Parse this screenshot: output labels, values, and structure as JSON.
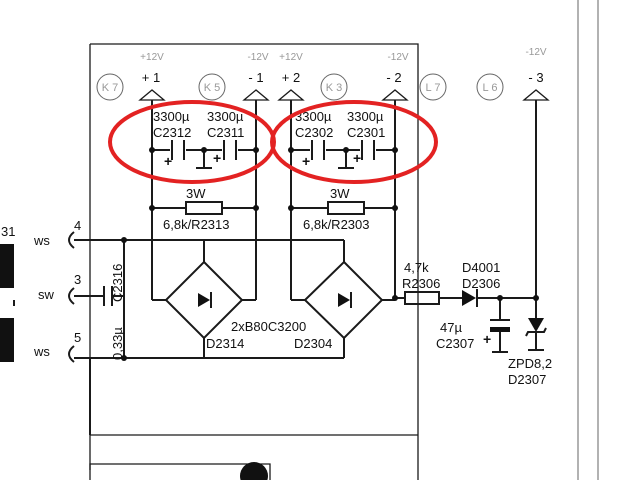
{
  "rail_labels": [
    {
      "id": "p1",
      "top": "+12V",
      "sign": "+ 1"
    },
    {
      "id": "m1",
      "top": "-12V",
      "sign": "- 1"
    },
    {
      "id": "p2",
      "top": "+12V",
      "sign": "+ 2"
    },
    {
      "id": "m2",
      "top": "-12V",
      "sign": "- 2"
    },
    {
      "id": "m3",
      "top": "-12V",
      "sign": "- 3"
    }
  ],
  "connectors": [
    "K 7",
    "K 5",
    "K 3",
    "L 7",
    "L 6"
  ],
  "caps_left": {
    "c1_value": "3300µ",
    "c1_name": "C2312",
    "c2_value": "3300µ",
    "c2_name": "C2311"
  },
  "caps_right": {
    "c1_value": "3300µ",
    "c1_name": "C2302",
    "c2_value": "3300µ",
    "c2_name": "C2301"
  },
  "resistors": {
    "left_power": "3W",
    "left_label": "6,8k/R2313",
    "right_power": "3W",
    "right_label": "6,8k/R2303",
    "series_value": "4,7k",
    "series_name": "R2306"
  },
  "bridges": {
    "shared_label": "2xB80C3200",
    "left_name": "D2314",
    "right_name": "D2304"
  },
  "diode": {
    "top": "D4001",
    "name": "D2306"
  },
  "cap_c2307": {
    "value": "47µ",
    "name": "C2307"
  },
  "zener": {
    "type": "ZPD8,2",
    "name": "D2307"
  },
  "cap_c2316": {
    "name": "C2316",
    "value": "0,33µ"
  },
  "transformer": {
    "label": "31"
  },
  "terminals": [
    {
      "num": "4",
      "tag": "ws"
    },
    {
      "num": "3",
      "tag": "sw"
    },
    {
      "num": "5",
      "tag": "ws"
    }
  ],
  "polarity": {
    "plus": "+"
  },
  "highlight_color": "#e32222"
}
